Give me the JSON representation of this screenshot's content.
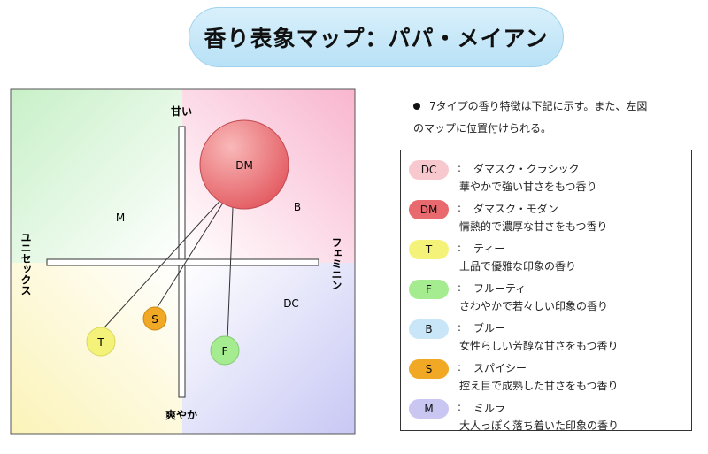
{
  "title": "香り表象マップ：パパ・メイアン",
  "intro": {
    "line1": "7タイプの香り特徴は下記に示す。また、左図",
    "line2": "のマップに位置付けられる。"
  },
  "axes": {
    "top": "甘い",
    "bottom": "爽やか",
    "left": "ユニセックス",
    "right": "フェミニン"
  },
  "map_labels": {
    "DM": "DM",
    "B": "B",
    "M": "M",
    "DC": "DC",
    "S": "S",
    "T": "T",
    "F": "F"
  },
  "colors": {
    "DC": "#f7c9cf",
    "DM": "#e8696e",
    "T": "#f5f27a",
    "F": "#a4ec8f",
    "B": "#c9e6f8",
    "S": "#f0a825",
    "M": "#c9c7f1"
  },
  "legend": [
    {
      "code": "DC",
      "name": "ダマスク・クラシック",
      "desc": "華やかで強い甘さをもつ香り",
      "color": "#f7c9cf"
    },
    {
      "code": "DM",
      "name": "ダマスク・モダン",
      "desc": "情熱的で濃厚な甘さをもつ香り",
      "color": "#e8696e"
    },
    {
      "code": "T",
      "name": "ティー",
      "desc": "上品で優雅な印象の香り",
      "color": "#f5f27a"
    },
    {
      "code": "F",
      "name": "フルーティ",
      "desc": "さわやかで若々しい印象の香り",
      "color": "#a4ec8f"
    },
    {
      "code": "B",
      "name": "ブルー",
      "desc": "女性らしい芳醇な甘さをもつ香り",
      "color": "#c9e6f8"
    },
    {
      "code": "S",
      "name": "スパイシー",
      "desc": "控え目で成熟した甘さをもつ香り",
      "color": "#f0a825"
    },
    {
      "code": "M",
      "name": "ミルラ",
      "desc": "大人っぽく落ち着いた印象の香り",
      "color": "#c9c7f1"
    }
  ]
}
